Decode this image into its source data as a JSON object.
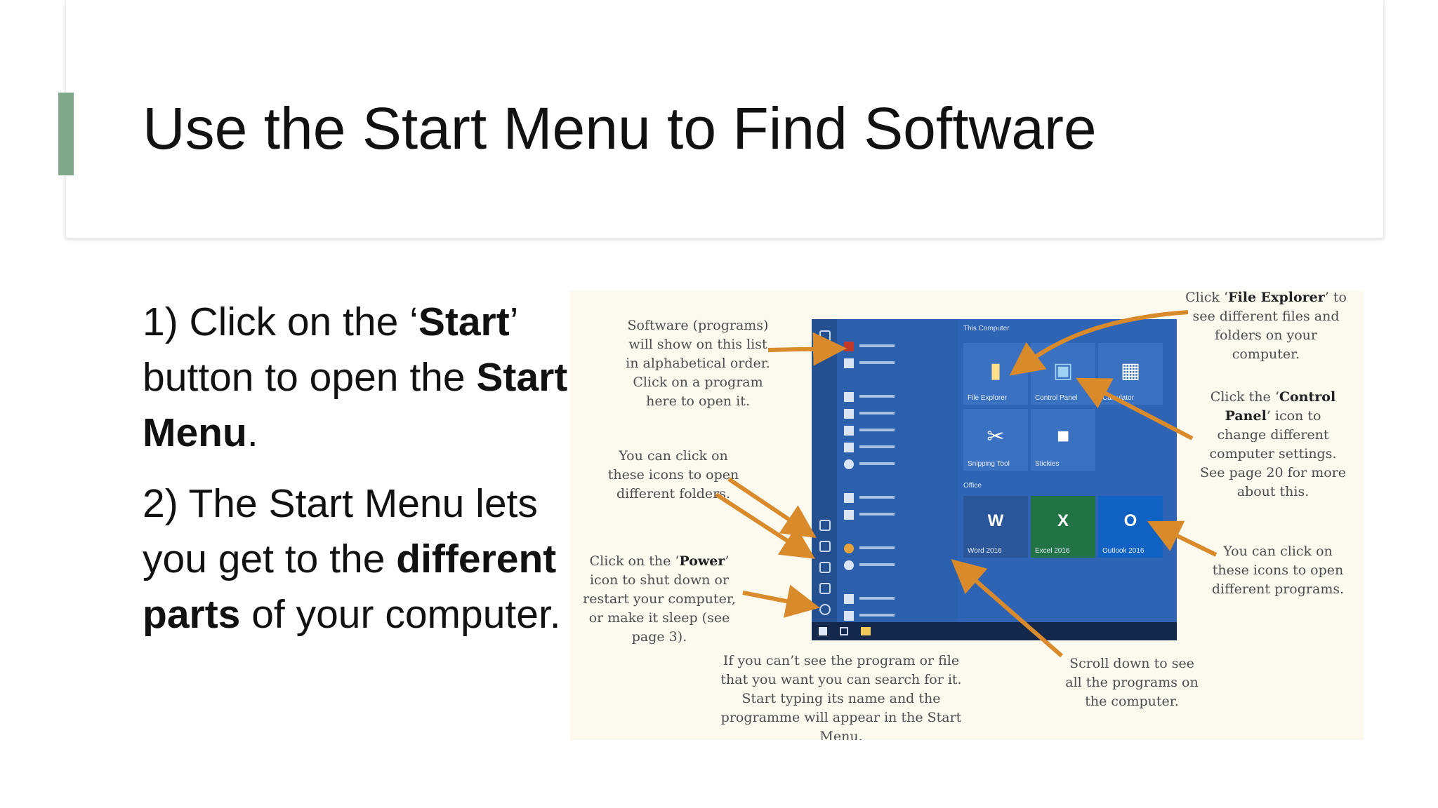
{
  "slide": {
    "title": "Use the Start Menu to Find Software",
    "step1": {
      "num": "1) Click on the ‘",
      "start": "Start",
      "mid": "’ button to open the ",
      "menu": "Start Menu",
      "end": "."
    },
    "step2": {
      "pre": "2) The Start Menu lets you get to the ",
      "bold": "different parts",
      "post": " of your computer."
    }
  },
  "figure": {
    "captions": {
      "software_list": "Software (programs) will show on this list in alphabetical order. Click on a program here to open it.",
      "folder_icons": "You can click on these icons to open different folders.",
      "power_pre": "Click on the ‘",
      "power_bold": "Power",
      "power_post": "’ icon to shut down or restart your computer, or make it sleep (see page 3).",
      "search": "If you can’t see the program or file that you want you can search for it. Start typing its name and the programme will appear in the Start Menu.",
      "scroll": "Scroll down to see all the programs on the computer.",
      "explorer_pre": "Click ‘",
      "explorer_bold": "File Explorer",
      "explorer_post": "’ to see different files and folders on your computer.",
      "control_pre": "Click the ‘",
      "control_bold": "Control Panel",
      "control_post": "’ icon to change different computer settings. See page 20 for more about this.",
      "program_icons": "You can click on these icons to open different programs."
    },
    "start_menu": {
      "group_this_computer": "This Computer",
      "group_office": "Office",
      "tiles": {
        "file_explorer": "File Explorer",
        "control_panel": "Control Panel",
        "calculator": "Calculator",
        "snipping_tool": "Snipping Tool",
        "stickies": "Stickies",
        "word": "Word 2016",
        "excel": "Excel 2016",
        "outlook": "Outlook 2016"
      },
      "tile_glyphs": {
        "word": "W",
        "excel": "X",
        "outlook": "O"
      }
    },
    "arrow_color": "#d98a2b"
  }
}
